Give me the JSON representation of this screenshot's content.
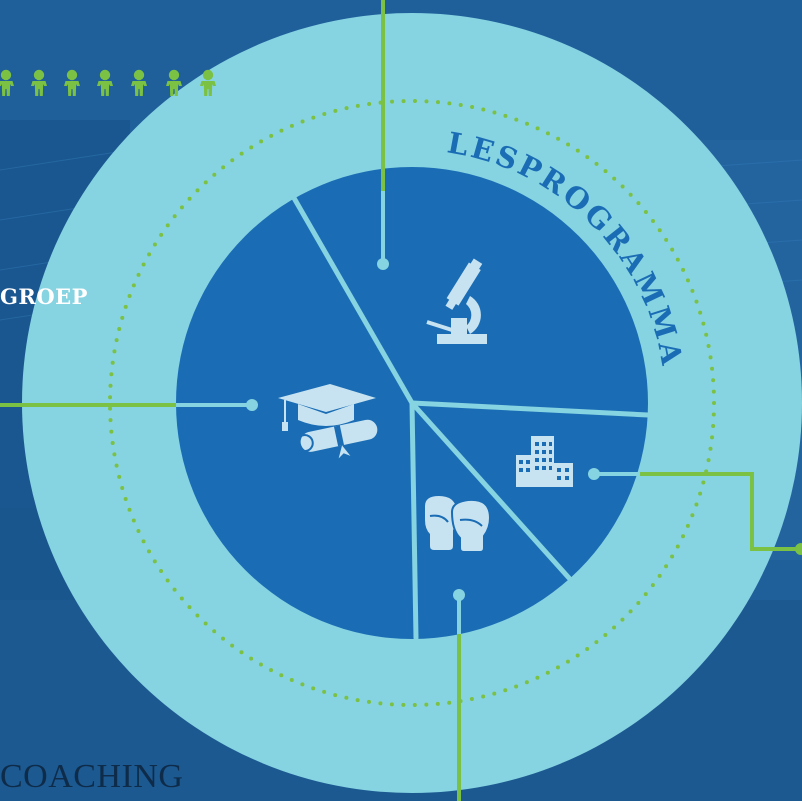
{
  "colors": {
    "background": "#1f5f9a",
    "outer_ring": "#86d3e2",
    "inner_disc": "#1a6db4",
    "divider": "#86d3e2",
    "connector": "#7bc143",
    "dots": "#7bc143",
    "ring_text": "#1a6db4",
    "icon_fill": "#c7e3f2"
  },
  "ring": {
    "title": "LESPROGRAMMA"
  },
  "labels": {
    "groep": "GROEP",
    "coaching": "COACHING"
  },
  "people_row": {
    "icon": "person-icon",
    "count": 7
  },
  "segments": [
    {
      "name": "research",
      "icon": "microscope-icon"
    },
    {
      "name": "company",
      "icon": "office-building-icon"
    },
    {
      "name": "training",
      "icon": "boxing-gloves-icon"
    },
    {
      "name": "education",
      "icon": "graduation-cap-diploma-icon"
    }
  ]
}
